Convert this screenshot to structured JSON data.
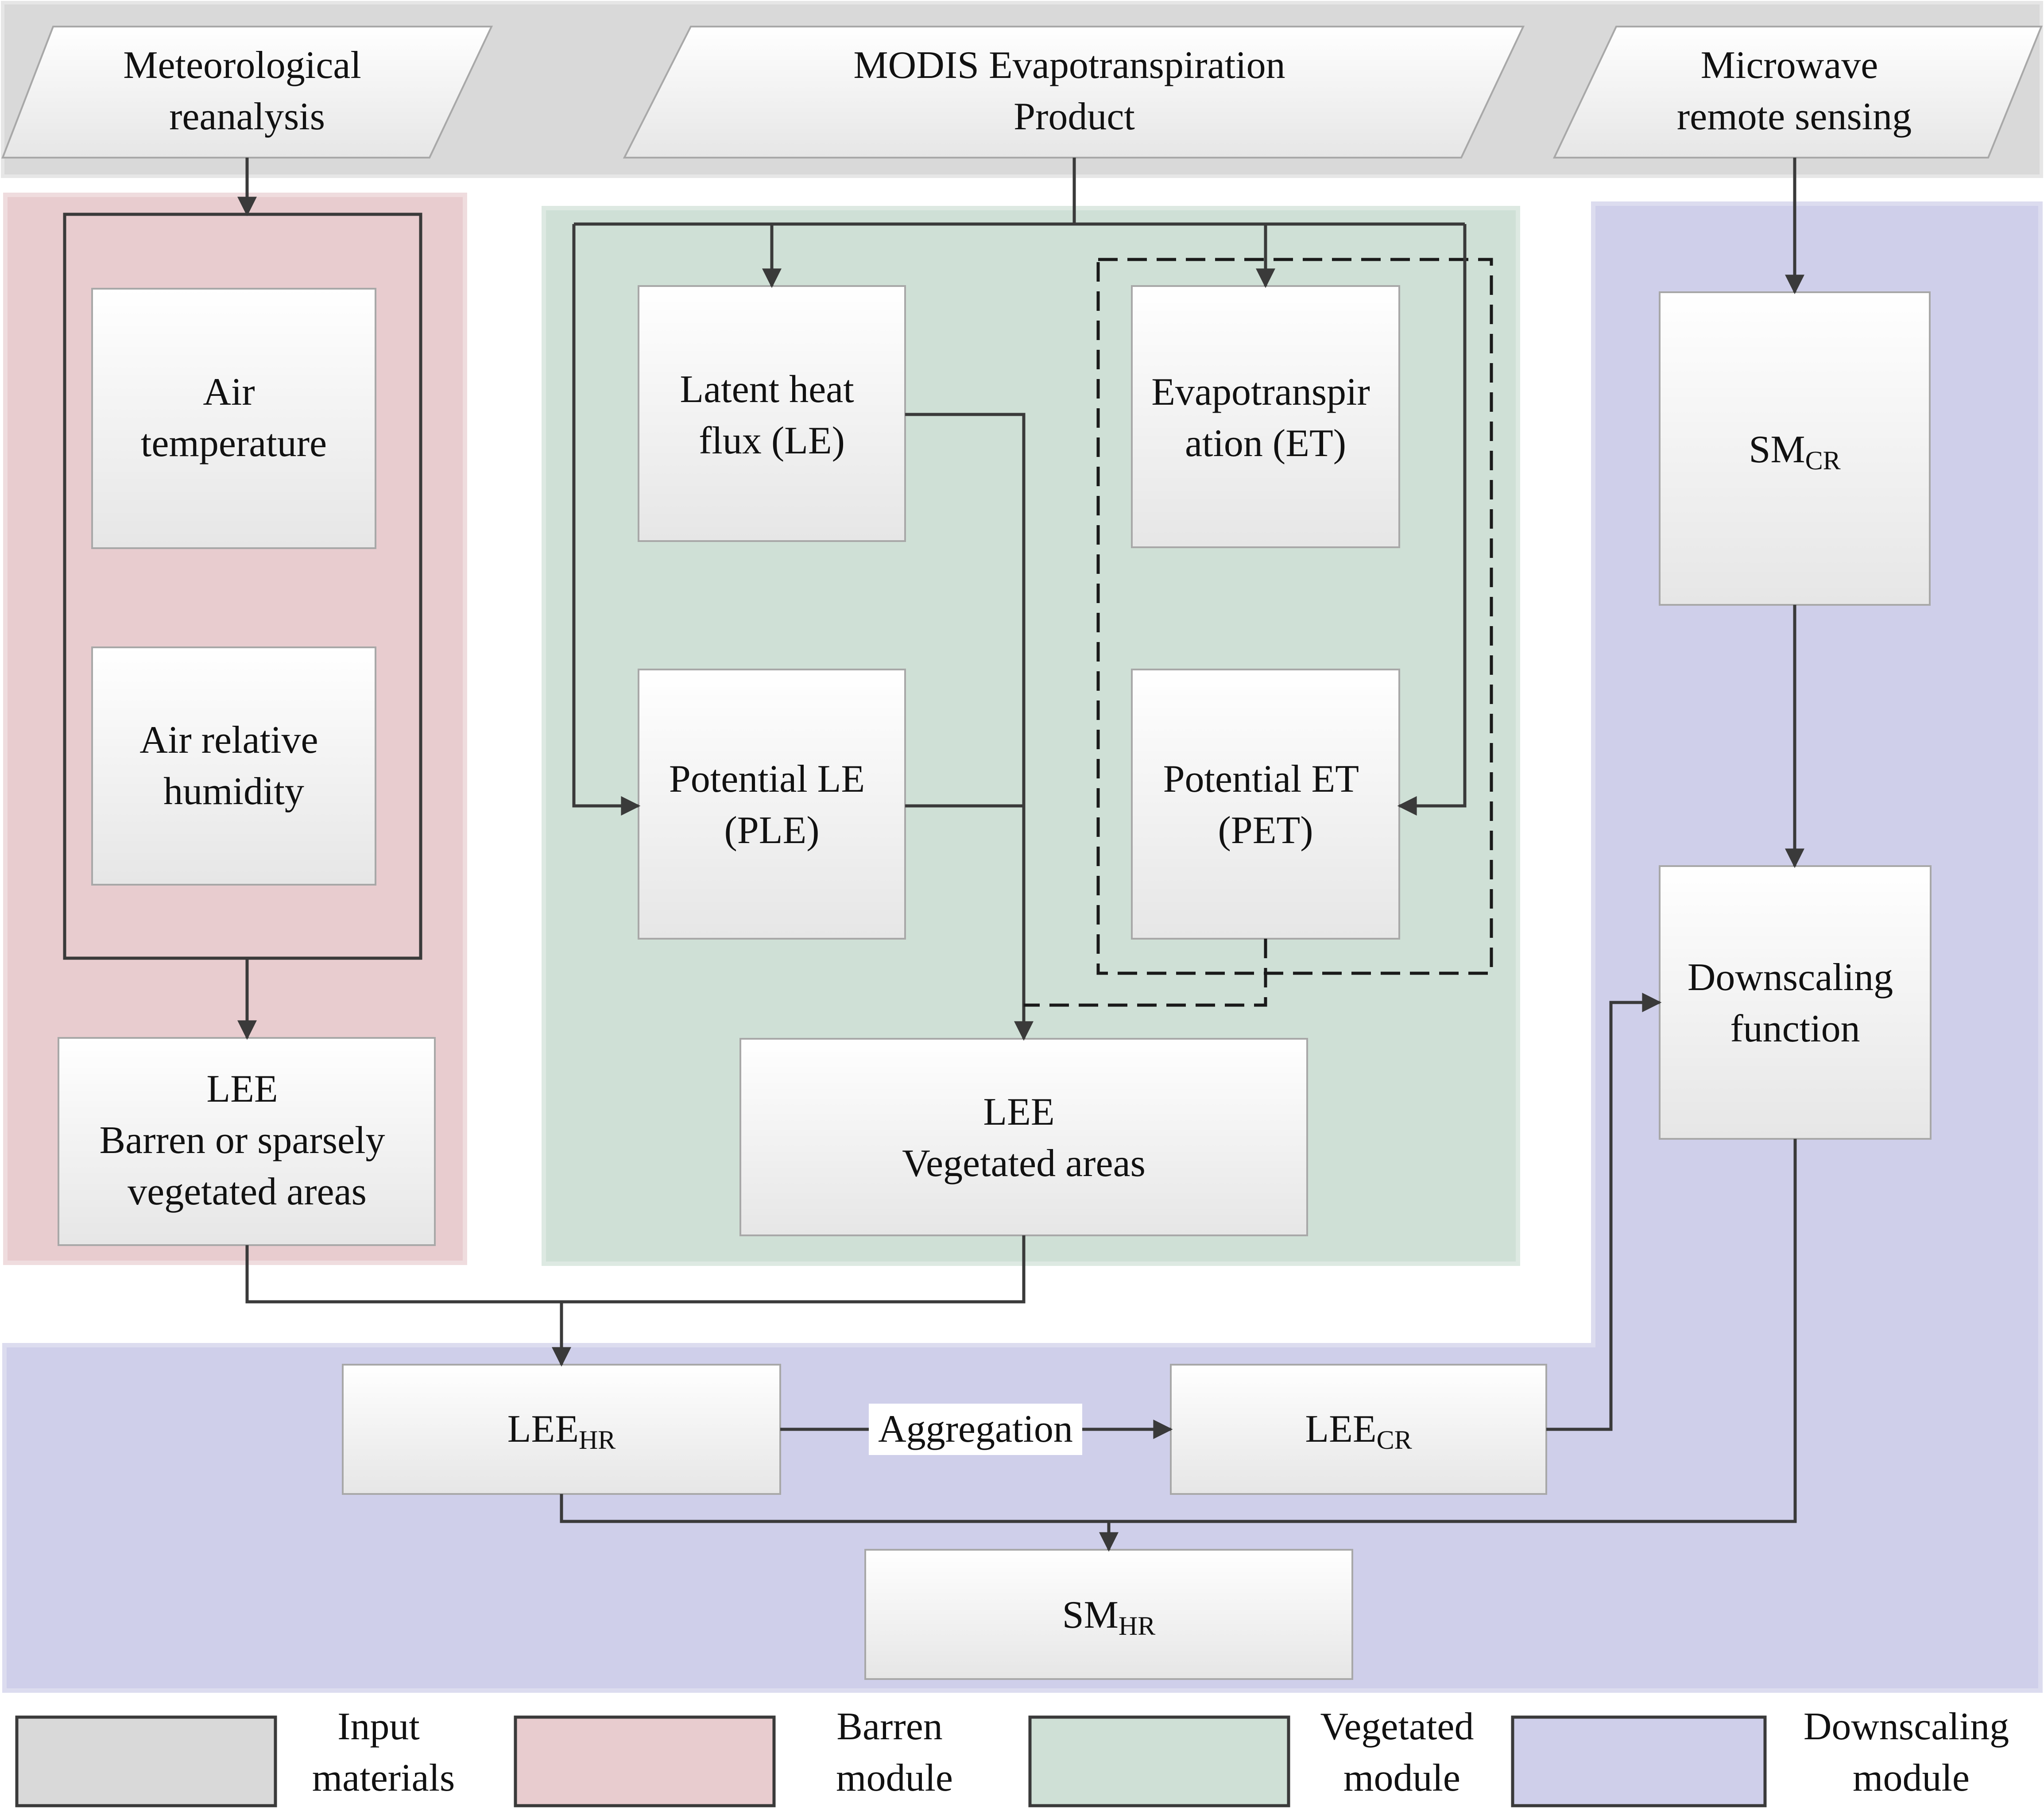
{
  "inputs": {
    "meteo": [
      "Meteorological",
      "reanalysis"
    ],
    "modis": [
      "MODIS Evapotranspiration",
      "Product"
    ],
    "microwave": [
      "Microwave",
      "remote sensing"
    ]
  },
  "barren": {
    "air_temperature": [
      "Air",
      "temperature"
    ],
    "air_humidity": [
      "Air relative",
      "humidity"
    ],
    "lee": [
      "LEE",
      "Barren or sparsely",
      "vegetated areas"
    ]
  },
  "vegetated": {
    "latent_heat": [
      "Latent heat",
      "flux (LE)"
    ],
    "evapotranspiration": [
      "Evapotranspir",
      "ation (ET)"
    ],
    "potential_le": [
      "Potential LE",
      "(PLE)"
    ],
    "potential_et": [
      "Potential ET",
      "(PET)"
    ],
    "lee": [
      "LEE",
      "Vegetated areas"
    ]
  },
  "downscaling": {
    "sm_cr": {
      "base": "SM",
      "sub": "CR"
    },
    "function": [
      "Downscaling",
      "function"
    ],
    "lee_hr": {
      "base": "LEE",
      "sub": "HR"
    },
    "lee_cr": {
      "base": "LEE",
      "sub": "CR"
    },
    "aggregation": "Aggregation",
    "sm_hr": {
      "base": "SM",
      "sub": "HR"
    }
  },
  "legend": {
    "input": [
      "Input",
      "materials"
    ],
    "barren": [
      "Barren",
      "module"
    ],
    "vegetated": [
      "Vegetated",
      "module"
    ],
    "downscaling": [
      "Downscaling",
      "module"
    ]
  },
  "colors": {
    "input_band": "#d9d9d9",
    "barren": "#e8cccf",
    "vegetated": "#cfe0d6",
    "downscaling": "#cfcfea",
    "box_top": "#ffffff",
    "box_bottom": "#e8e8e8",
    "line": "#3a3a3a"
  }
}
